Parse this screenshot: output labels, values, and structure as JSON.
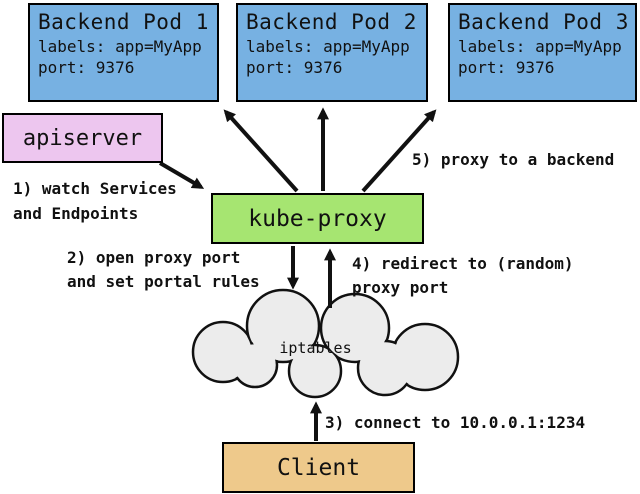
{
  "diagram": {
    "pods": [
      {
        "title": "Backend Pod 1",
        "labels": "labels: app=MyApp",
        "port": "port: 9376"
      },
      {
        "title": "Backend Pod 2",
        "labels": "labels: app=MyApp",
        "port": "port: 9376"
      },
      {
        "title": "Backend Pod 3",
        "labels": "labels: app=MyApp",
        "port": "port: 9376"
      }
    ],
    "nodes": {
      "apiserver": "apiserver",
      "kube_proxy": "kube-proxy",
      "iptables": "iptables",
      "client": "Client"
    },
    "annotations": {
      "step1_line1": "1) watch Services",
      "step1_line2": "and Endpoints",
      "step2_line1": "2) open proxy port",
      "step2_line2": "and set portal rules",
      "step3": "3) connect to 10.0.0.1:1234",
      "step4_line1": "4) redirect to (random)",
      "step4_line2": "proxy port",
      "step5": "5) proxy to a backend"
    },
    "colors": {
      "pod_fill": "#77b1e2",
      "apiserver_fill": "#edc6ef",
      "kube_proxy_fill": "#a6e571",
      "client_fill": "#eec98b",
      "cloud_fill": "#ececec",
      "line": "#111111",
      "background": "#ffffff"
    }
  }
}
